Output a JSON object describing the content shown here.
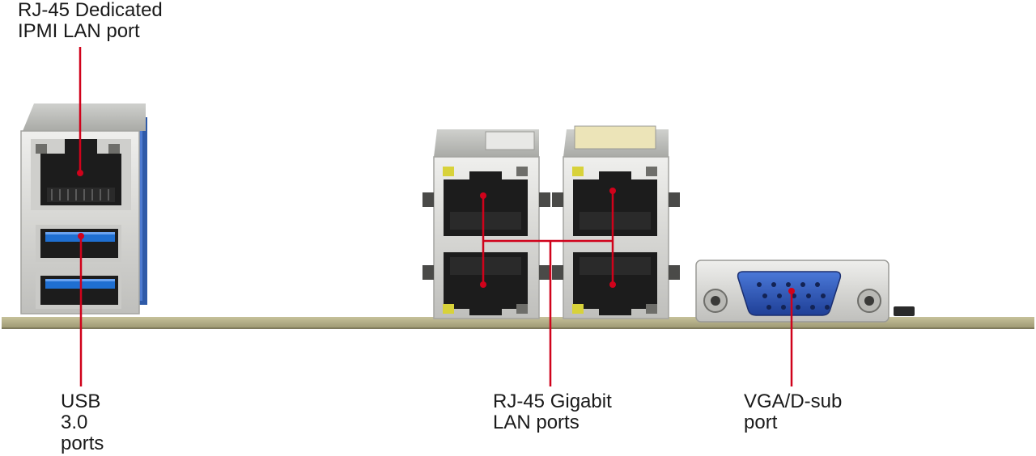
{
  "callouts": {
    "ipmi": {
      "lines": [
        "RJ-45 Dedicated",
        "IPMI LAN port"
      ]
    },
    "usb": {
      "lines": [
        "USB",
        "3.0",
        "ports"
      ]
    },
    "lan": {
      "lines": [
        "RJ-45 Gigabit",
        "LAN ports"
      ]
    },
    "vga": {
      "lines": [
        "VGA/D-sub",
        "port"
      ]
    }
  },
  "colors": {
    "background": "#ffffff",
    "callout_line": "#d0021b",
    "pcb": "#b3ad85",
    "metal_shield": "#d4d4d2",
    "port_opening": "#1c1c1c",
    "usb_blue": "#1f6fd1",
    "vga_blue": "#2b56b8",
    "led_yellow": "#d8d23a"
  },
  "icons": [
    "ipmi-rj45-icon",
    "usb3-port-icon",
    "rj45-lan-port-icon",
    "vga-connector-icon",
    "screw-post-icon",
    "led-indicator-icon"
  ]
}
